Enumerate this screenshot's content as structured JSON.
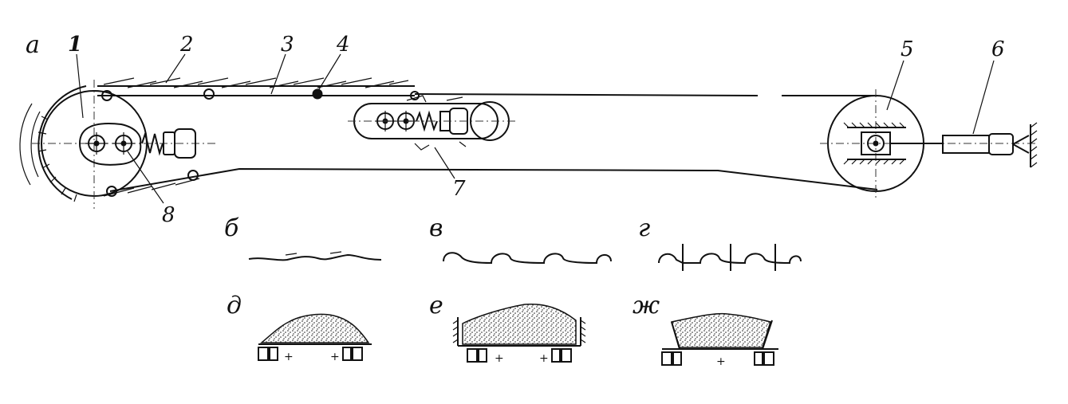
{
  "figure": {
    "letters": {
      "a": "а",
      "b": "б",
      "v": "в",
      "g": "г",
      "d": "д",
      "e": "е",
      "zh": "ж"
    },
    "numbers": {
      "n1": "1",
      "n2": "2",
      "n3": "3",
      "n4": "4",
      "n5": "5",
      "n6": "6",
      "n7": "7",
      "n8": "8"
    }
  }
}
